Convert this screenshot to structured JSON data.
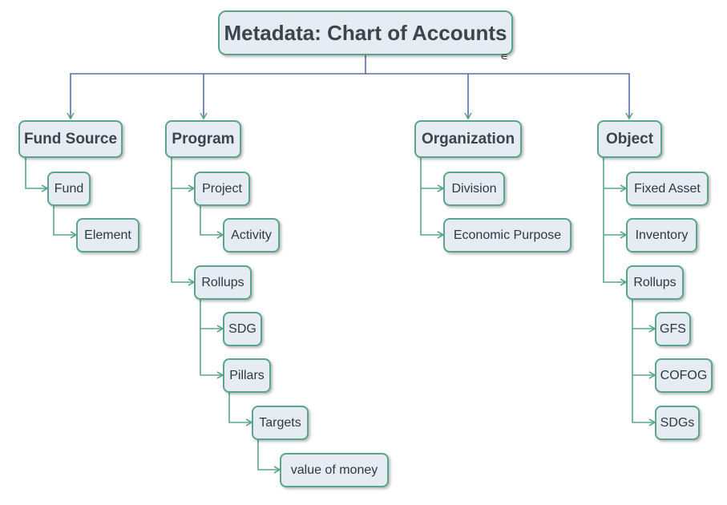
{
  "root": {
    "label": "Metadata: Chart of Accounts"
  },
  "branches": {
    "fund_source": {
      "label": "Fund Source",
      "fund": "Fund",
      "element": "Element"
    },
    "program": {
      "label": "Program",
      "project": "Project",
      "activity": "Activity",
      "rollups": "Rollups",
      "sdg": "SDG",
      "pillars": "Pillars",
      "targets": "Targets",
      "value_of_money": "value of money"
    },
    "organization": {
      "label": "Organization",
      "division": "Division",
      "economic_purpose": "Economic Purpose"
    },
    "object": {
      "label": "Object",
      "fixed_asset": "Fixed Asset",
      "inventory": "Inventory",
      "rollups": "Rollups",
      "gfs": "GFS",
      "cofog": "COFOG",
      "sdgs": "SDGs"
    }
  },
  "icons": {
    "collapse_handle": "collapse-handle-icon"
  },
  "colors": {
    "node_fill": "#e6ebf4",
    "node_border": "#5aa58c",
    "root_connector": "#5b6fa8",
    "connector": "#5aa58c"
  }
}
